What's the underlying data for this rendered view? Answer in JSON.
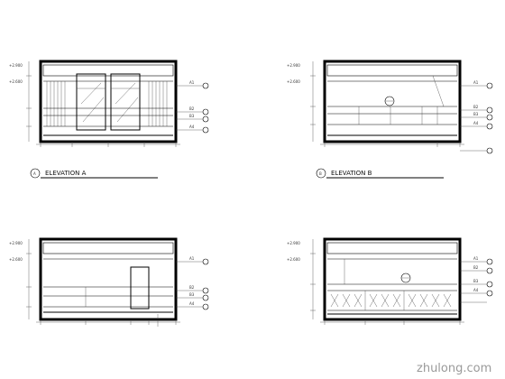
{
  "drawings": [
    {
      "title": "ELEVATION A",
      "tag_labels": [
        "A1",
        "B2",
        "B3",
        "A4"
      ],
      "index_label": "A"
    },
    {
      "title": "ELEVATION B",
      "tag_labels": [
        "A1",
        "B2",
        "B3",
        "A4"
      ],
      "index_label": "B"
    },
    {
      "title": "",
      "tag_labels": [
        "A1",
        "B2",
        "B3",
        "A4"
      ],
      "index_label": ""
    },
    {
      "title": "",
      "tag_labels": [
        "A1",
        "B2",
        "B3",
        "A4"
      ],
      "index_label": ""
    }
  ],
  "watermark": "zhulong.com"
}
